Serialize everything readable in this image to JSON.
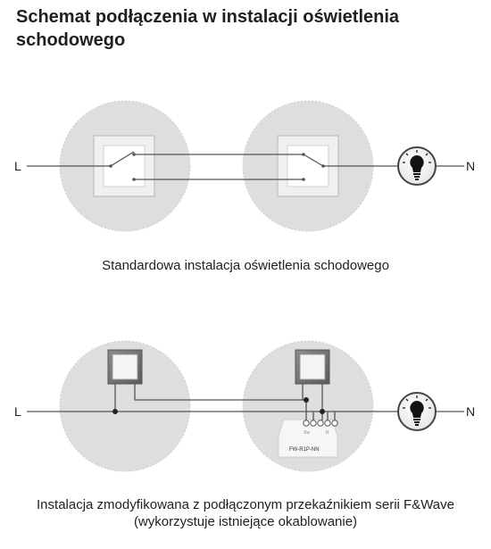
{
  "title": "Schemat podłączenia w instalacji oświetlenia schodowego",
  "diagram1": {
    "caption": "Standardowa instalacja oświetlenia schodowego",
    "label_l": "L",
    "label_n": "N"
  },
  "diagram2": {
    "caption_line1": "Instalacja zmodyfikowana z podłączonym przekaźnikiem serii F&Wave",
    "caption_line2": "(wykorzystuje istniejące okablowanie)",
    "label_l": "L",
    "label_n": "N",
    "relay_model": "FW-R1P-NN"
  }
}
